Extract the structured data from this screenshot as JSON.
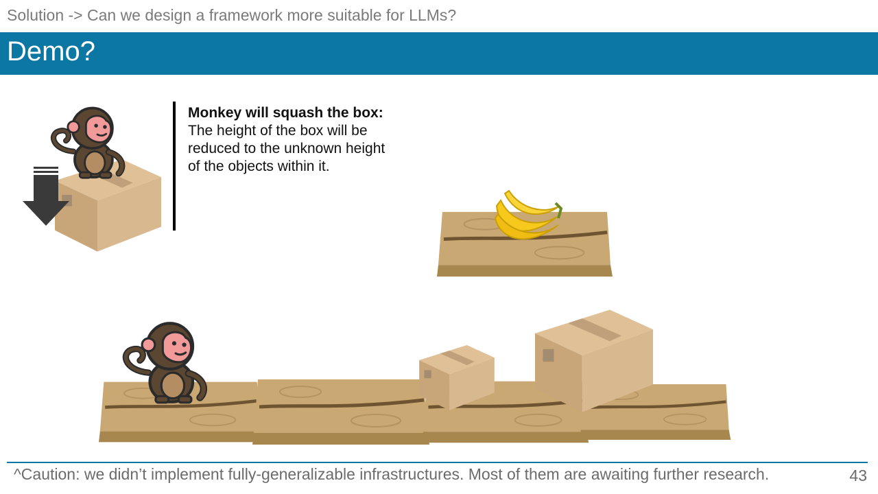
{
  "slide": {
    "breadcrumb": "Solution -> Can we design a framework more suitable for LLMs?",
    "title": "Demo?",
    "description": {
      "heading": "Monkey will squash the box:",
      "body": "The height of the box will be reduced to the unknown height of the objects within it."
    },
    "footnote": "^Caution: we didn’t implement fully-generalizable infrastructures. Most of them are awaiting further research.",
    "page_number": "43"
  },
  "colors": {
    "title_bar": "#0d77a3",
    "wood": "#c9a874",
    "cardboard": "#cfae84",
    "monkey": "#5b4632",
    "monkey_face": "#f29a9a",
    "banana": "#f7c91c",
    "arrow": "#3a3a3a"
  },
  "icons": [
    "monkey-icon",
    "cardboard-box-icon",
    "down-arrow-icon",
    "banana-icon",
    "wooden-plank-icon"
  ]
}
